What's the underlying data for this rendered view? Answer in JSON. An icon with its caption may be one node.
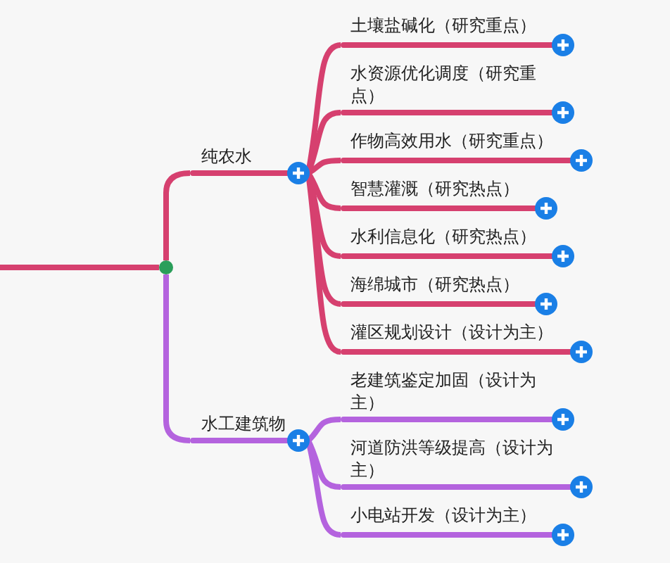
{
  "diagram": {
    "nodes": [
      {
        "text": [],
        "shape": "circle"
      },
      {
        "text": [
          "纯农水"
        ]
      },
      {
        "text": [
          "水工建筑物"
        ]
      },
      {
        "text": [
          "土壤盐碱化（研究重点）"
        ]
      },
      {
        "text": [
          "水资源优化调度（研究重点）"
        ]
      },
      {
        "text": [
          "作物高效用水（研究重点）"
        ]
      },
      {
        "text": [
          "智慧灌溉（研究热点）"
        ]
      },
      {
        "text": [
          "水利信息化（研究热点）"
        ]
      },
      {
        "text": [
          "海绵城市（研究热点）"
        ]
      },
      {
        "text": [
          "灌区规划设计（设计为主）"
        ]
      },
      {
        "text": [
          "老建筑鉴定加固（设计为主）"
        ]
      },
      {
        "text": [
          "河道防洪等级提高（设计为主）"
        ]
      },
      {
        "text": [
          "小电站开发（设计为主）"
        ]
      }
    ],
    "edges": [
      {
        "from": null,
        "to": 0,
        "arrow": "none"
      },
      {
        "from": 0,
        "to": 1,
        "arrow": "none"
      },
      {
        "from": 0,
        "to": 2,
        "arrow": "none",
        "color": "#b463de"
      },
      {
        "from": 1,
        "to": 3,
        "arrow": "none"
      },
      {
        "from": 1,
        "to": 4,
        "arrow": "none"
      },
      {
        "from": 1,
        "to": 5,
        "arrow": "none"
      },
      {
        "from": 1,
        "to": 6,
        "arrow": "none"
      },
      {
        "from": 1,
        "to": 7,
        "arrow": "none"
      },
      {
        "from": 1,
        "to": 8,
        "arrow": "none"
      },
      {
        "from": 1,
        "to": 9,
        "arrow": "none"
      },
      {
        "from": 2,
        "to": 10,
        "arrow": "none",
        "color": "#b463de"
      },
      {
        "from": 2,
        "to": 11,
        "arrow": "none",
        "color": "#b463de"
      },
      {
        "from": 2,
        "to": 12,
        "arrow": "none",
        "color": "#b463de"
      }
    ]
  }
}
